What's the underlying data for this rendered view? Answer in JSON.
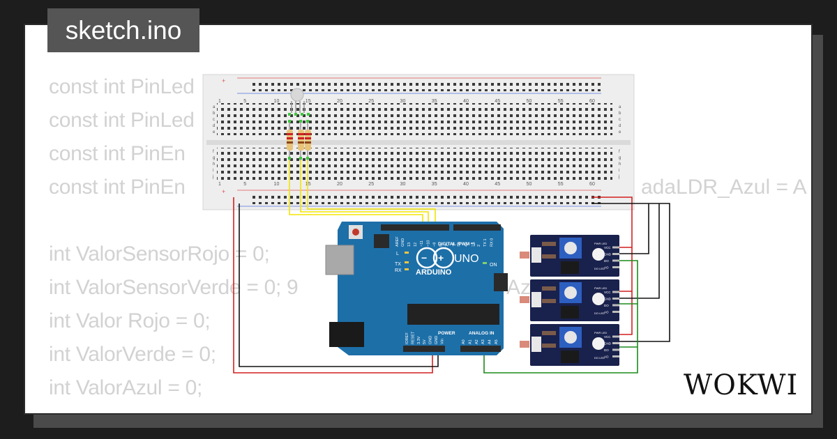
{
  "window": {
    "title": "sketch.ino"
  },
  "code": {
    "lines": [
      "const int PinLed",
      "const int PinLed",
      "const int PinEn",
      "const int PinEn",
      "",
      "int ValorSensorRojo = 0;",
      "int ValorSensorVerde = 0; 9",
      "int Valor Rojo = 0;",
      "int ValorVerde = 0;",
      "int ValorAzul = 0;"
    ],
    "fragments": {
      "line4_tail": "adaLDR_Azul = A",
      "line7_tail": "Az    = 0"
    }
  },
  "breadboard": {
    "column_labels": [
      "1",
      "5",
      "10",
      "15",
      "20",
      "25",
      "30",
      "35",
      "40",
      "45",
      "50",
      "55",
      "60"
    ],
    "row_labels_top": [
      "a",
      "b",
      "c",
      "d",
      "e"
    ],
    "row_labels_bottom": [
      "f",
      "g",
      "h",
      "i",
      "j"
    ]
  },
  "arduino": {
    "brand": "ARDUINO",
    "model": "UNO",
    "digital_label": "DIGITAL (PWM ~)",
    "power_label": "POWER",
    "analog_label": "ANALOG IN",
    "on_label": "ON",
    "tx_label": "TX",
    "rx_label": "RX",
    "l_label": "L",
    "aref_label": "AREF",
    "gnd_label": "GND",
    "digital_pins": [
      "13",
      "12",
      "~11",
      "~10",
      "~9",
      "8",
      "7",
      "~6",
      "~5",
      "4",
      "~3",
      "2",
      "TX 1",
      "RX 0"
    ],
    "power_pins": [
      "IOREF",
      "RESET",
      "3.3V",
      "5V",
      "GND",
      "GND",
      "Vin"
    ],
    "analog_pins": [
      "A0",
      "A1",
      "A2",
      "A3",
      "A4",
      "A5"
    ]
  },
  "sensors": [
    {
      "pins": [
        "VCC",
        "GND",
        "DO",
        "AO"
      ],
      "labels": [
        "PWR LED",
        "DO LED"
      ]
    },
    {
      "pins": [
        "VCC",
        "GND",
        "DO",
        "AO"
      ],
      "labels": [
        "PWR LED",
        "DO LED"
      ]
    },
    {
      "pins": [
        "VCC",
        "GND",
        "DO",
        "AO"
      ],
      "labels": [
        "PWR LED",
        "DO LED"
      ]
    }
  ],
  "logo": {
    "text": "WOKWI"
  },
  "colors": {
    "background": "#1d1d1d",
    "card": "#ffffff",
    "title_tag": "#555555",
    "code_text": "#d2d2d2",
    "arduino_board": "#1d6fa8",
    "sensor_board": "#19214d",
    "wire_red": "#d21f1f",
    "wire_black": "#111111",
    "wire_yellow": "#f2e500",
    "wire_green": "#1a8a1a"
  }
}
